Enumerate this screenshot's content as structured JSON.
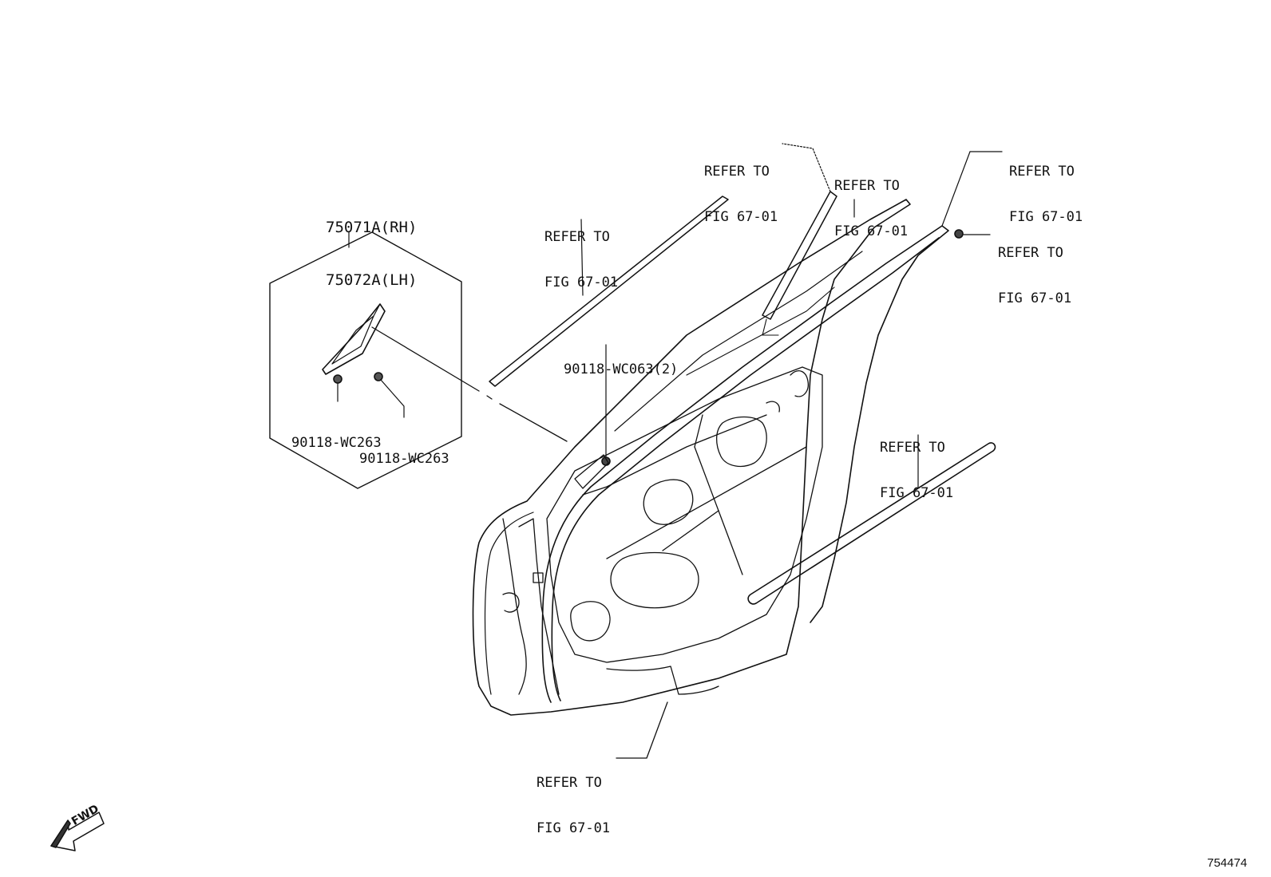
{
  "callouts": {
    "glass_part_rh": "75071A(RH)",
    "glass_part_lh": "75072A(LH)",
    "screw_a": "90118-WC263",
    "screw_b": "90118-WC263",
    "screw_door": "90118-WC063(2)",
    "refer_top_left": {
      "line1": "REFER TO",
      "line2": "FIG 67-01"
    },
    "refer_top_mid1": {
      "line1": "REFER TO",
      "line2": "FIG 67-01"
    },
    "refer_top_mid2": {
      "line1": "REFER TO",
      "line2": "FIG 67-01"
    },
    "refer_top_right": {
      "line1": "REFER TO",
      "line2": "FIG 67-01"
    },
    "refer_right_clip": {
      "line1": "REFER TO",
      "line2": "FIG 67-01"
    },
    "refer_right_belt": {
      "line1": "REFER TO",
      "line2": "FIG 67-01"
    },
    "refer_bottom": {
      "line1": "REFER TO",
      "line2": "FIG 67-01"
    }
  },
  "fwd_label": "FWD",
  "figure_number": "754474",
  "colors": {
    "ink": "#111111",
    "paper": "#ffffff"
  }
}
